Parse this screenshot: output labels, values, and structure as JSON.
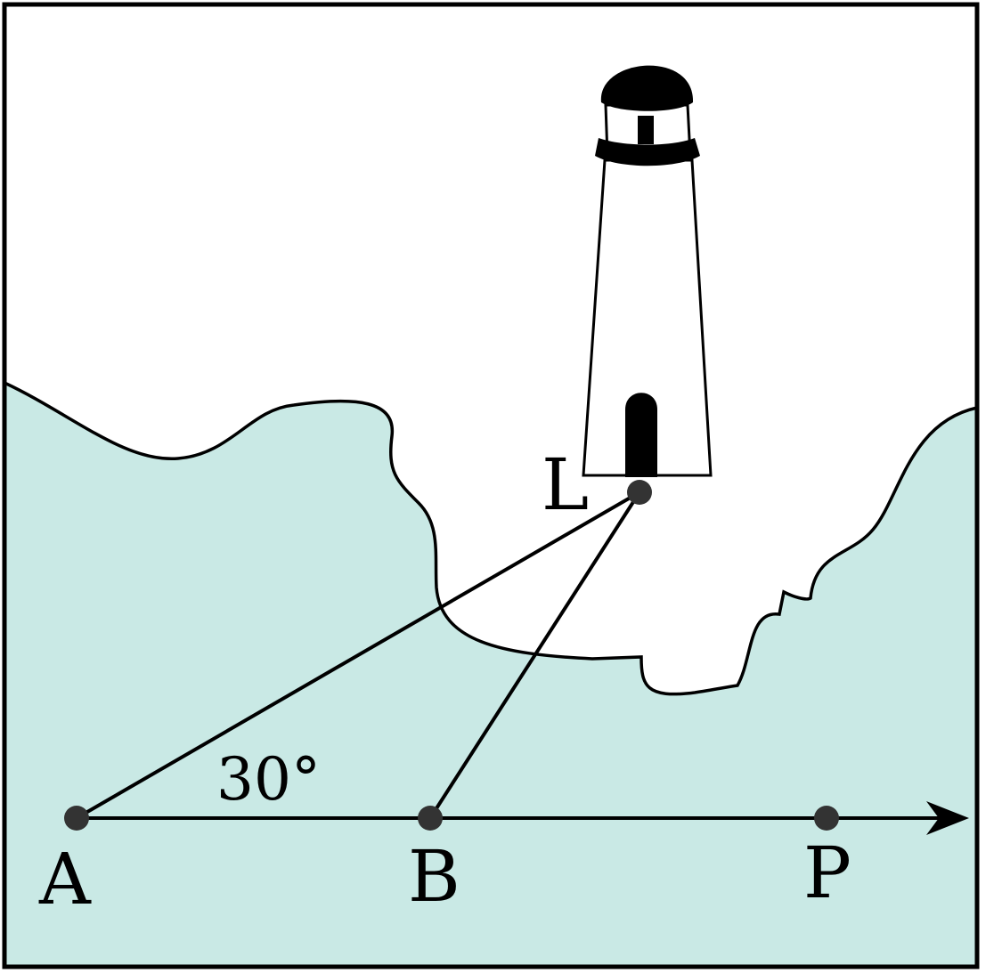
{
  "colors": {
    "sea": "#c9e9e5",
    "land": "#ffffff",
    "ink": "#000000",
    "point": "#333333"
  },
  "labels": {
    "L": "L",
    "A": "A",
    "B": "B",
    "P": "P",
    "angle": "30°"
  },
  "icons": [
    "lighthouse-icon",
    "arrow-head-icon"
  ]
}
